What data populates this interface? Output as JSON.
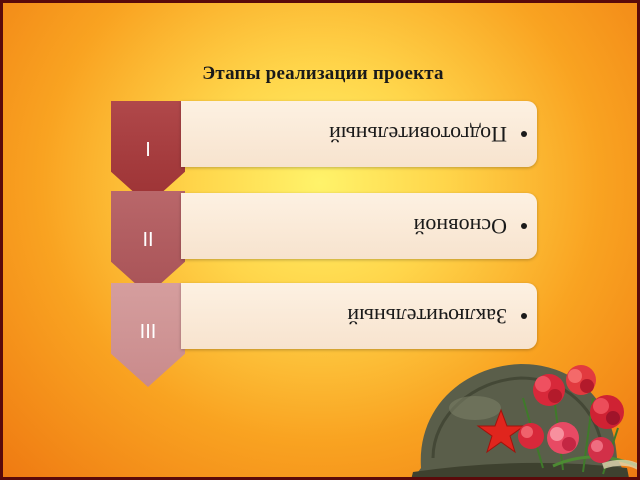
{
  "slide": {
    "title": "Этапы реализации проекта"
  },
  "stages": [
    {
      "numeral": "I",
      "label": "Подготовительный"
    },
    {
      "numeral": "II",
      "label": "Основной"
    },
    {
      "numeral": "III",
      "label": "Заключительный"
    }
  ],
  "decor": {
    "image": "soldier-helmet-with-carnations-and-red-star",
    "colors": {
      "helmet": "#5a5e4a",
      "star": "#e0251d",
      "flowers": "#d8283a"
    }
  }
}
